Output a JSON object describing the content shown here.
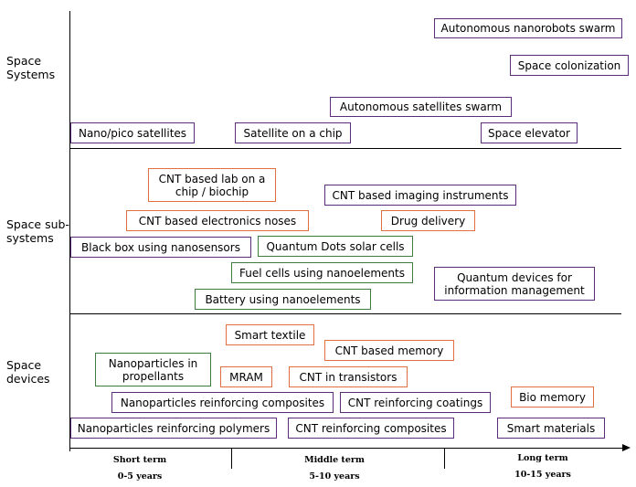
{
  "rows": [
    {
      "key": "space-systems",
      "label": "Space\nSystems"
    },
    {
      "key": "space-sub-systems",
      "label": "Space sub-\nsystems"
    },
    {
      "key": "space-devices",
      "label": "Space\ndevices"
    }
  ],
  "timeline": [
    {
      "key": "short",
      "term": "Short term",
      "range": "0-5 years"
    },
    {
      "key": "middle",
      "term": "Middle term",
      "range": "5-10 years"
    },
    {
      "key": "long",
      "term": "Long term",
      "range": "10-15 years"
    }
  ],
  "border_colors": {
    "purple": "#5b2c7a",
    "orange": "#e07040",
    "green": "#3f7b3f"
  },
  "items": [
    {
      "text": "Autonomous nanorobots swarm",
      "color": "purple"
    },
    {
      "text": "Space colonization",
      "color": "purple"
    },
    {
      "text": "Autonomous satellites swarm",
      "color": "purple"
    },
    {
      "text": "Nano/pico satellites",
      "color": "purple"
    },
    {
      "text": "Satellite on a chip",
      "color": "purple"
    },
    {
      "text": "Space elevator",
      "color": "purple"
    },
    {
      "text": "CNT based lab on a\nchip / biochip",
      "color": "orange"
    },
    {
      "text": "CNT based imaging instruments",
      "color": "purple"
    },
    {
      "text": "CNT based electronics noses",
      "color": "orange"
    },
    {
      "text": "Drug delivery",
      "color": "orange"
    },
    {
      "text": "Black box using nanosensors",
      "color": "purple"
    },
    {
      "text": "Quantum Dots solar cells",
      "color": "green"
    },
    {
      "text": "Fuel cells using nanoelements",
      "color": "green"
    },
    {
      "text": "Quantum devices for\ninformation management",
      "color": "purple"
    },
    {
      "text": "Battery using nanoelements",
      "color": "green"
    },
    {
      "text": "Smart textile",
      "color": "orange"
    },
    {
      "text": "CNT based memory",
      "color": "orange"
    },
    {
      "text": "Nanoparticles in\npropellants",
      "color": "green"
    },
    {
      "text": "MRAM",
      "color": "orange"
    },
    {
      "text": "CNT in transistors",
      "color": "orange"
    },
    {
      "text": "Bio memory",
      "color": "orange"
    },
    {
      "text": "Nanoparticles reinforcing composites",
      "color": "purple"
    },
    {
      "text": "CNT reinforcing coatings",
      "color": "purple"
    },
    {
      "text": "Nanoparticles reinforcing polymers",
      "color": "purple"
    },
    {
      "text": "CNT reinforcing composites",
      "color": "purple"
    },
    {
      "text": "Smart materials",
      "color": "purple"
    }
  ]
}
